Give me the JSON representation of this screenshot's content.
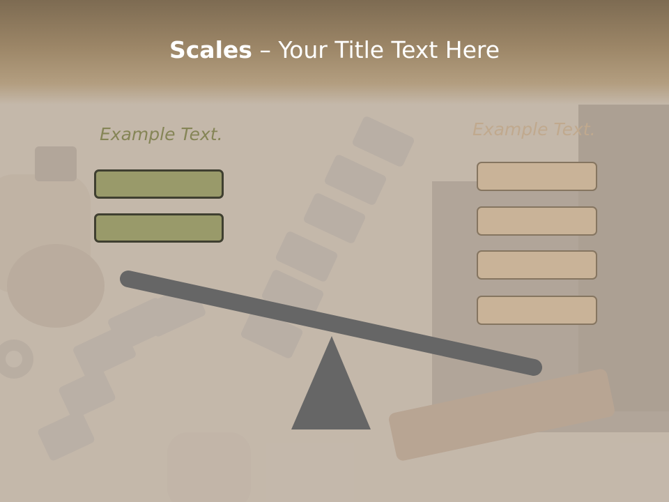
{
  "slide": {
    "title_bold": "Scales",
    "title_rest": " – Your Title Text Here",
    "left_label": "Example Text.",
    "right_label": "Example Text.",
    "left_boxes": [
      "",
      ""
    ],
    "right_boxes": [
      "",
      "",
      "",
      ""
    ]
  },
  "colors": {
    "title_band": "#9c8667",
    "left_box_fill": "#999a6a",
    "left_box_border": "#3f3f30",
    "left_label": "#858556",
    "right_box_fill": "#c9b398",
    "right_box_border": "#857560",
    "right_label": "#c0a98e",
    "beam": "#666666",
    "fulcrum": "#666666"
  },
  "background": {
    "image": "rusty-gears-photo"
  }
}
